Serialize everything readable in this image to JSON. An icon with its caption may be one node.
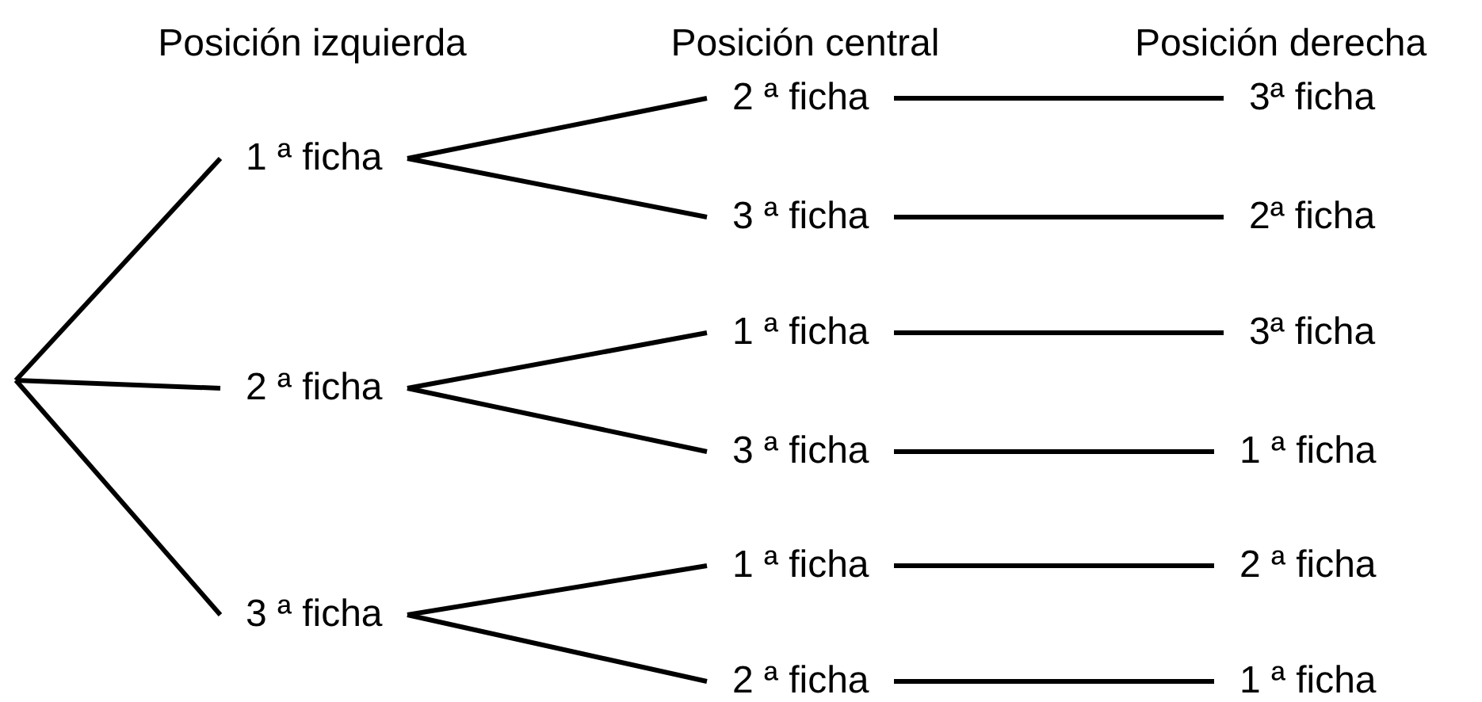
{
  "diagram": {
    "nodes": [
      {
        "text": [
          "1 ª ficha"
        ]
      },
      {
        "text": [
          "2 ª ficha"
        ]
      },
      {
        "text": [
          "3ª ficha"
        ]
      },
      {
        "text": [
          "3 ª ficha"
        ]
      },
      {
        "text": [
          "2ª ficha"
        ]
      },
      {
        "text": [
          "2 ª ficha"
        ]
      },
      {
        "text": [
          "1 ª ficha"
        ]
      },
      {
        "text": [
          "3ª ficha"
        ]
      },
      {
        "text": [
          "3 ª ficha"
        ]
      },
      {
        "text": [
          "1 ª ficha"
        ]
      },
      {
        "text": [
          "3 ª ficha"
        ]
      },
      {
        "text": [
          "1 ª ficha"
        ]
      },
      {
        "text": [
          "2 ª ficha"
        ]
      },
      {
        "text": [
          "2 ª ficha"
        ]
      },
      {
        "text": [
          "1 ª ficha"
        ]
      }
    ],
    "edges": [
      {
        "from": null,
        "to": 0,
        "arrow": "none"
      },
      {
        "from": null,
        "to": 5,
        "arrow": "none"
      },
      {
        "from": null,
        "to": 10,
        "arrow": "none"
      },
      {
        "from": 0,
        "to": 1,
        "arrow": "none"
      },
      {
        "from": 0,
        "to": 3,
        "arrow": "none"
      },
      {
        "from": 1,
        "to": 2,
        "arrow": "none"
      },
      {
        "from": 3,
        "to": 4,
        "arrow": "none"
      },
      {
        "from": 5,
        "to": 6,
        "arrow": "none"
      },
      {
        "from": 5,
        "to": 8,
        "arrow": "none"
      },
      {
        "from": 6,
        "to": 7,
        "arrow": "none"
      },
      {
        "from": 8,
        "to": 9,
        "arrow": "none"
      },
      {
        "from": 10,
        "to": 11,
        "arrow": "none"
      },
      {
        "from": 10,
        "to": 13,
        "arrow": "none"
      },
      {
        "from": 11,
        "to": 12,
        "arrow": "none"
      },
      {
        "from": 13,
        "to": 14,
        "arrow": "none"
      }
    ],
    "labels": [
      "Posición izquierda",
      "Posición central",
      "Posición derecha"
    ]
  }
}
